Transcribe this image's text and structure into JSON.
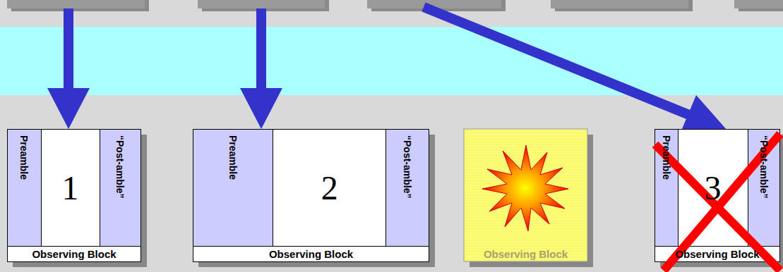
{
  "diagram": {
    "nodes": [
      {
        "text": [
          "Observing Block"
        ]
      },
      {
        "text": [
          "Preamble"
        ],
        "in": 0
      },
      {
        "text": [
          "1"
        ],
        "in": 0
      },
      {
        "text": [
          "“Post-amble”"
        ],
        "in": 0
      },
      {
        "text": [
          "Observing Block"
        ]
      },
      {
        "text": [
          "Preamble"
        ],
        "in": 4
      },
      {
        "text": [
          "2"
        ],
        "in": 4
      },
      {
        "text": [
          "“Post-amble”"
        ],
        "in": 4
      },
      {
        "text": [
          "Observing Block"
        ]
      },
      {
        "text": [
          "Observing Block"
        ]
      },
      {
        "text": [
          "Preamble"
        ],
        "in": 9
      },
      {
        "text": [
          "3"
        ],
        "in": 9
      },
      {
        "text": [
          "“Post-amble”"
        ],
        "in": 9
      }
    ]
  }
}
